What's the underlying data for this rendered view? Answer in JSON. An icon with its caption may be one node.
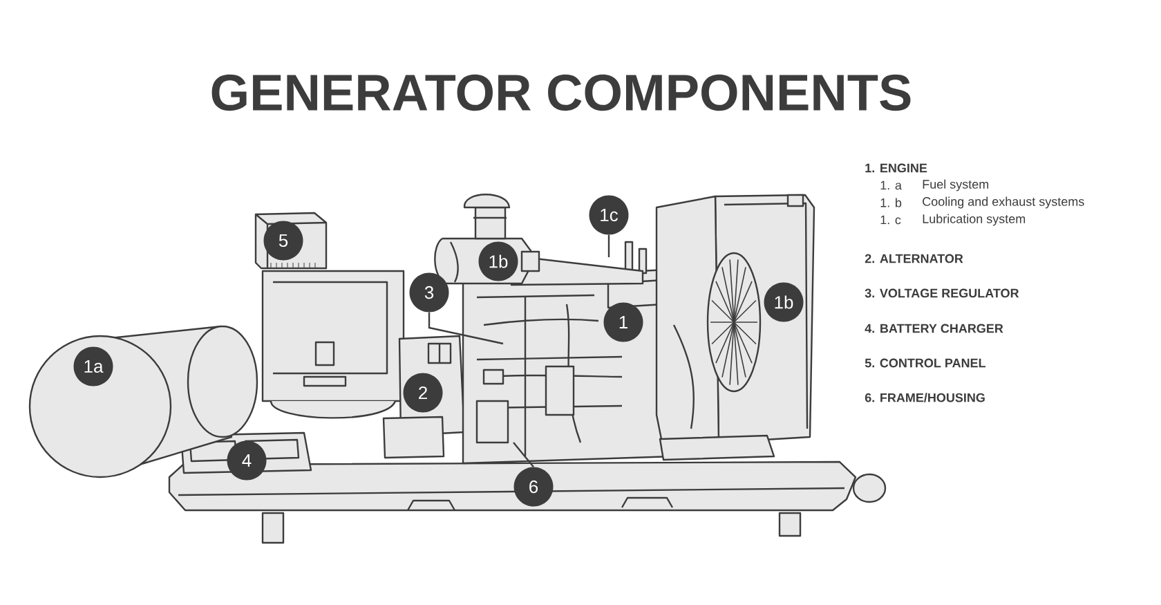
{
  "diagram": {
    "title": "GENERATOR COMPONENTS",
    "nodes": [
      {
        "text": [
          "1c"
        ]
      },
      {
        "text": [
          "5"
        ]
      },
      {
        "text": [
          "1b"
        ]
      },
      {
        "text": [
          "3"
        ]
      },
      {
        "text": [
          "1b"
        ]
      },
      {
        "text": [
          "1"
        ]
      },
      {
        "text": [
          "1a"
        ]
      },
      {
        "text": [
          "2"
        ]
      },
      {
        "text": [
          "4"
        ]
      },
      {
        "text": [
          "6"
        ]
      }
    ],
    "edges": [
      {
        "from": 0,
        "to": null,
        "arrow": "none"
      },
      {
        "from": 3,
        "to": null,
        "arrow": "none"
      },
      {
        "from": 9,
        "to": null,
        "arrow": "none"
      }
    ],
    "labels": [
      "1. ENGINE",
      "1. a",
      "Fuel system",
      "1. b",
      "Cooling and exhaust systems",
      "1. c",
      "Lubrication system",
      "2. ALTERNATOR",
      "3. VOLTAGE REGULATOR",
      "4. BATTERY CHARGER",
      "5. CONTROL PANEL",
      "6. FRAME/HOUSING"
    ]
  }
}
